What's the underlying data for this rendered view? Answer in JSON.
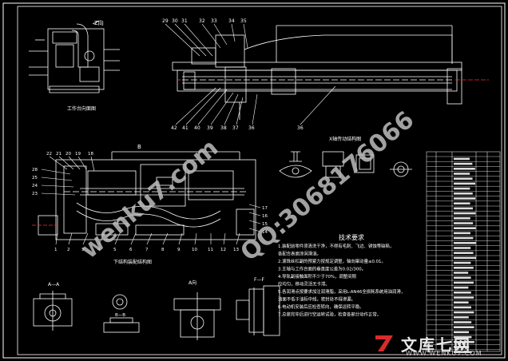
{
  "drawing": {
    "title_section_view": "Z向",
    "label_worktable_view": "工作台向面图",
    "label_x_drive": "X轴传动结构图",
    "label_upper_assembly": "下结构装配结构图",
    "label_section_b": "B",
    "view_aa": "A—A",
    "view_bb": "B—B",
    "view_a": "A向",
    "view_ff": "F—F",
    "callouts_top": [
      "29",
      "30",
      "31",
      "32",
      "33",
      "34",
      "35"
    ],
    "callouts_bottom": [
      "42",
      "41",
      "40",
      "39",
      "38",
      "37",
      "36"
    ],
    "callouts_left": [
      "28",
      "25",
      "24",
      "23",
      "22",
      "21",
      "20",
      "19",
      "18"
    ],
    "callouts_base": [
      "1",
      "2",
      "3",
      "4",
      "5",
      "6",
      "7",
      "8",
      "9",
      "10",
      "11",
      "12",
      "13"
    ],
    "callouts_right": [
      "17",
      "16",
      "15",
      "14"
    ],
    "callout_36": "36"
  },
  "notes": {
    "heading": "技术要求",
    "items": [
      "1.装配前零件须清洗干净，不得有毛刺、飞边、锈蚀等缺陷，",
      "  各配合表面涂润滑油。",
      "2.滚珠丝杠副的预紧力按规定调整，轴向窜动量≤0.01。",
      "3.主轴与工作台面的垂直度公差为0.02/300。",
      "4.导轨副接触面积不少于70%，调整间隙",
      "  应均匀，移动灵活无卡滞。",
      "5.各润滑点按要求加注润滑脂，采用L-AN46全损耗系统用油润滑，",
      "  油面不低于油标中线，密封处不得渗漏。",
      "6.电动机安装后应检查转向，确保运转平稳。",
      "7.总装完毕后进行空运转试验，检查各部分动作正常。"
    ]
  },
  "watermarks": {
    "site": "wenku7.com",
    "qq": "QQ:3068176066"
  },
  "logo": {
    "brand": "文库七网",
    "url": "WWW.WENKU7.COM",
    "accent": "#d92b2b"
  },
  "colors": {
    "background": "#000000",
    "lines": "#ffffff",
    "dim": "#c9c9c9",
    "red": "#ff2d2d",
    "watermark": "#bdbdbd"
  }
}
